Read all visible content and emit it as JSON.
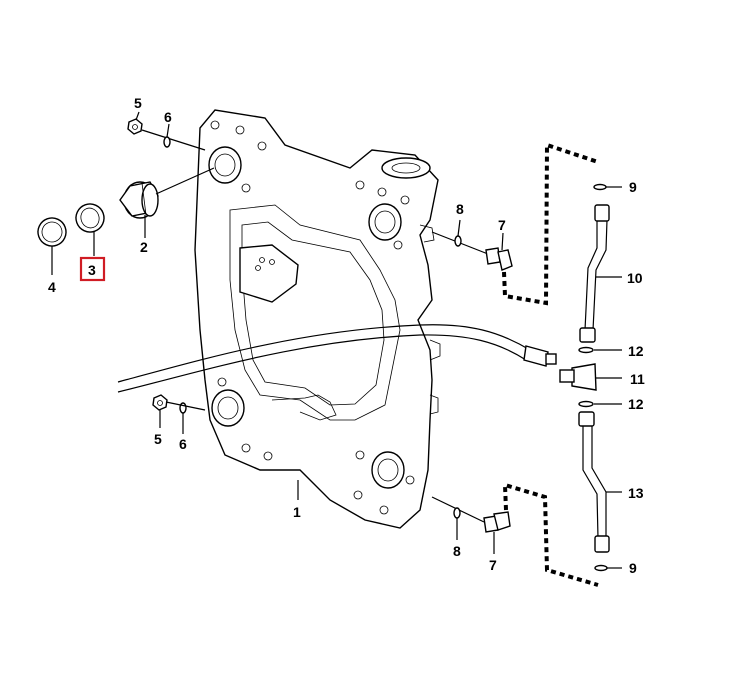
{
  "highlight_color": "#d01c24",
  "callouts": {
    "c1": "1",
    "c2": "2",
    "c3": "3",
    "c4": "4",
    "c5a": "5",
    "c5b": "5",
    "c6a": "6",
    "c6b": "6",
    "c7a": "7",
    "c7b": "7",
    "c8a": "8",
    "c8b": "8",
    "c9a": "9",
    "c9b": "9",
    "c10": "10",
    "c11": "11",
    "c12a": "12",
    "c12b": "12",
    "c13": "13"
  },
  "highlighted_part": "3"
}
